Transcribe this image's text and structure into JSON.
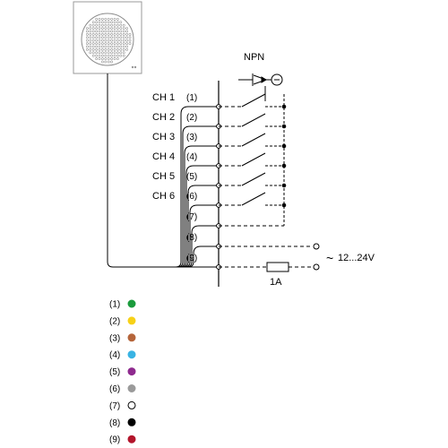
{
  "header": {
    "transistor_label": "NPN",
    "supply_label": "12...24V",
    "fuse_label": "1A",
    "ac_symbol": "~"
  },
  "channels": [
    {
      "label": "CH 1",
      "wire": "(1)"
    },
    {
      "label": "CH 2",
      "wire": "(2)"
    },
    {
      "label": "CH 3",
      "wire": "(3)"
    },
    {
      "label": "CH 4",
      "wire": "(4)"
    },
    {
      "label": "CH 5",
      "wire": "(5)"
    },
    {
      "label": "CH 6",
      "wire": "(6)"
    }
  ],
  "wires_extra": [
    "(7)",
    "(8)",
    "(9)"
  ],
  "legend": [
    {
      "label": "(1)",
      "color": "#1a9b3c",
      "icon": "filled-circle"
    },
    {
      "label": "(2)",
      "color": "#f7d117",
      "icon": "filled-circle"
    },
    {
      "label": "(3)",
      "color": "#b5653a",
      "icon": "filled-circle"
    },
    {
      "label": "(4)",
      "color": "#39b3e3",
      "icon": "filled-circle"
    },
    {
      "label": "(5)",
      "color": "#8e2a8e",
      "icon": "filled-circle"
    },
    {
      "label": "(6)",
      "color": "#9a9a9a",
      "icon": "filled-circle"
    },
    {
      "label": "(7)",
      "color": "#ffffff",
      "icon": "hollow-circle"
    },
    {
      "label": "(8)",
      "color": "#000000",
      "icon": "filled-circle"
    },
    {
      "label": "(9)",
      "color": "#b3152b",
      "icon": "filled-circle"
    }
  ]
}
